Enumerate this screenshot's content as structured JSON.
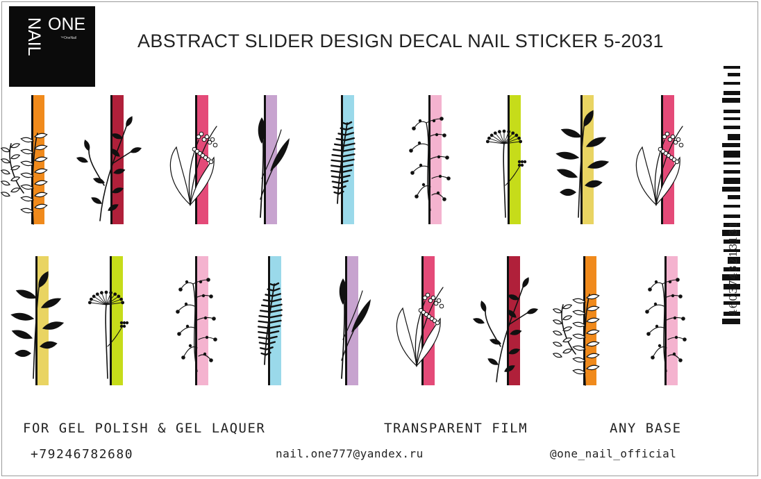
{
  "logo": {
    "line1": "ONE",
    "line2": "NAIL",
    "tm": "™OneNail"
  },
  "title": "ABSTRACT SLIDER DESIGN DECAL NAIL STICKER 5-2031",
  "footer": {
    "line1_left": "FOR GEL POLISH & GEL LAQUER",
    "line1_mid": "TRANSPARENT FILM",
    "line1_right": "ANY BASE",
    "phone": "+79246782680",
    "email": "nail.one777@yandex.ru",
    "instagram": "@one_nail_official"
  },
  "barcode_number": "4603743213131",
  "colors": {
    "orange": "#f08a1c",
    "crimson": "#b0203a",
    "pink": "#e44a78",
    "lavender": "#c7a3cf",
    "skyblue": "#9ad9ea",
    "lightpink": "#f4b3cf",
    "lime": "#c6dc1a",
    "yellow": "#e9d462",
    "black": "#111111"
  },
  "stickers": {
    "row1": [
      {
        "color": "orange",
        "plant": "eucalyptus"
      },
      {
        "color": "crimson",
        "plant": "leafy-sprig"
      },
      {
        "color": "pink",
        "plant": "lily-of-valley"
      },
      {
        "color": "lavender",
        "plant": "grass-plume"
      },
      {
        "color": "skyblue",
        "plant": "fern"
      },
      {
        "color": "lightpink",
        "plant": "berry-sprig"
      },
      {
        "color": "lime",
        "plant": "umbel"
      },
      {
        "color": "yellow",
        "plant": "broad-leaves"
      },
      {
        "color": "pink",
        "plant": "lily-of-valley"
      }
    ],
    "row2": [
      {
        "color": "yellow",
        "plant": "broad-leaves"
      },
      {
        "color": "lime",
        "plant": "umbel"
      },
      {
        "color": "lightpink",
        "plant": "berry-sprig"
      },
      {
        "color": "skyblue",
        "plant": "fern"
      },
      {
        "color": "lavender",
        "plant": "grass-plume"
      },
      {
        "color": "pink",
        "plant": "lily-of-valley"
      },
      {
        "color": "crimson",
        "plant": "leafy-sprig"
      },
      {
        "color": "orange",
        "plant": "eucalyptus"
      },
      {
        "color": "lightpink",
        "plant": "berry-sprig"
      }
    ]
  }
}
